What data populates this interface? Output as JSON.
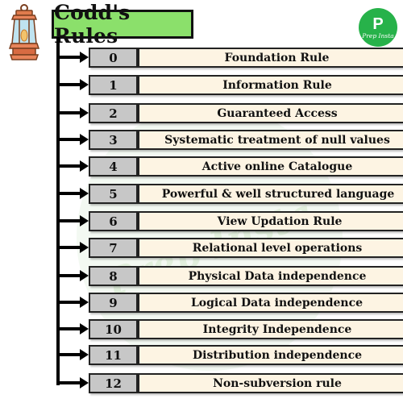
{
  "title": "Codd's Rules",
  "logo": {
    "letter": "P",
    "name": "Prep Insta"
  },
  "rules": [
    {
      "number": "0",
      "label": "Foundation Rule"
    },
    {
      "number": "1",
      "label": "Information Rule"
    },
    {
      "number": "2",
      "label": "Guaranteed Access"
    },
    {
      "number": "3",
      "label": "Systematic treatment of null values"
    },
    {
      "number": "4",
      "label": "Active online Catalogue"
    },
    {
      "number": "5",
      "label": "Powerful & well structured language"
    },
    {
      "number": "6",
      "label": "View Updation Rule"
    },
    {
      "number": "7",
      "label": "Relational level operations"
    },
    {
      "number": "8",
      "label": "Physical Data independence"
    },
    {
      "number": "9",
      "label": "Logical Data independence"
    },
    {
      "number": "10",
      "label": "Integrity Independence"
    },
    {
      "number": "11",
      "label": "Distribution independence"
    },
    {
      "number": "12",
      "label": "Non-subversion rule"
    }
  ],
  "colors": {
    "title_bg": "#8be06b",
    "number_bg": "#c7c7c7",
    "label_bg": "#fdf4e3",
    "logo_bg": "#27b24a"
  },
  "icons": {
    "lantern": "lantern-icon",
    "logo": "prepinsta-logo-icon",
    "arrow": "arrow-right-icon"
  }
}
